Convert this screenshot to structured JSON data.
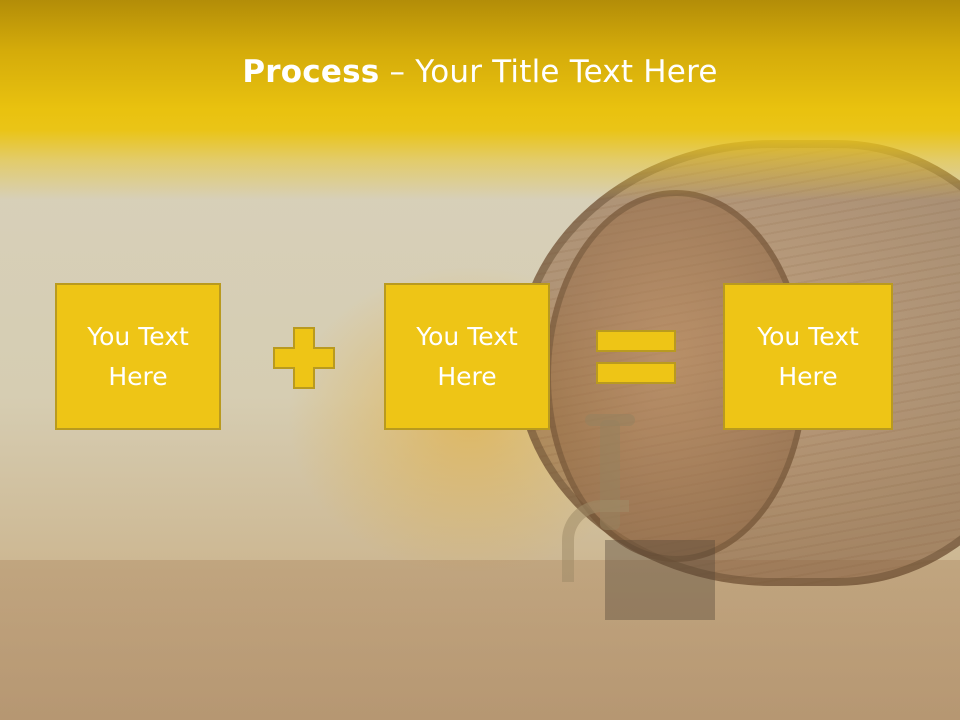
{
  "title": {
    "bold": "Process",
    "rest": " – Your Title Text Here"
  },
  "boxes": [
    {
      "line1": "You Text",
      "line2": "Here"
    },
    {
      "line1": "You Text",
      "line2": "Here"
    },
    {
      "line1": "You Text",
      "line2": "Here"
    }
  ],
  "colors": {
    "accent": "#eec516",
    "accent_border": "#b99a1f",
    "text": "#ffffff"
  },
  "icons": [
    "plus-icon",
    "equals-icon"
  ]
}
